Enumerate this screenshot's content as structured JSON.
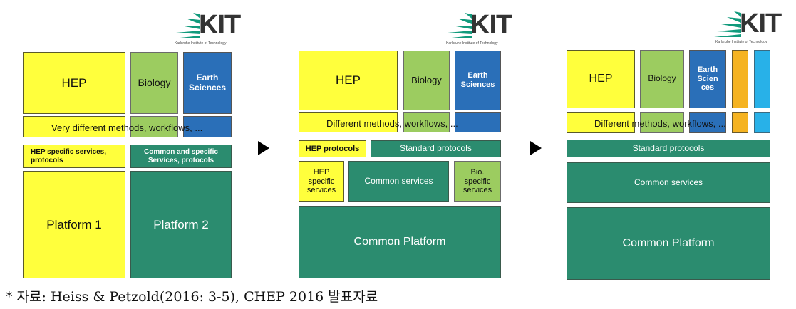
{
  "logo": {
    "text": "KIT",
    "subtitle": "Karlsruhe Institute of Technology"
  },
  "panel1": {
    "hep": "HEP",
    "biology": "Biology",
    "earth": "Earth\nSciences",
    "methods": "Very different methods, workflows, ...",
    "hep_services": "HEP specific services,\nprotocols",
    "common_specific": "Common and specific\nServices, protocols",
    "platform1": "Platform 1",
    "platform2": "Platform 2"
  },
  "panel2": {
    "hep": "HEP",
    "biology": "Biology",
    "earth": "Earth\nSciences",
    "methods": "Different methods, workflows, ...",
    "hep_protocols": "HEP protocols",
    "standard_protocols": "Standard protocols",
    "hep_specific": "HEP\nspecific\nservices",
    "common_services": "Common services",
    "bio_specific": "Bio.\nspecific\nservices",
    "common_platform": "Common Platform"
  },
  "panel3": {
    "hep": "HEP",
    "biology": "Biology",
    "earth": "Earth\nScien\nces",
    "methods": "Different methods, workflows, ...",
    "standard_protocols": "Standard protocols",
    "common_services": "Common services",
    "common_platform": "Common Platform"
  },
  "caption": "* 자료: Heiss & Petzold(2016: 3-5), CHEP 2016 발표자료",
  "colors": {
    "yellow": "#ffff3c",
    "green": "#9ccc60",
    "blue": "#2a6fb8",
    "teal": "#2b8c6f",
    "orange": "#f5b321",
    "cyan": "#28b1e8"
  }
}
